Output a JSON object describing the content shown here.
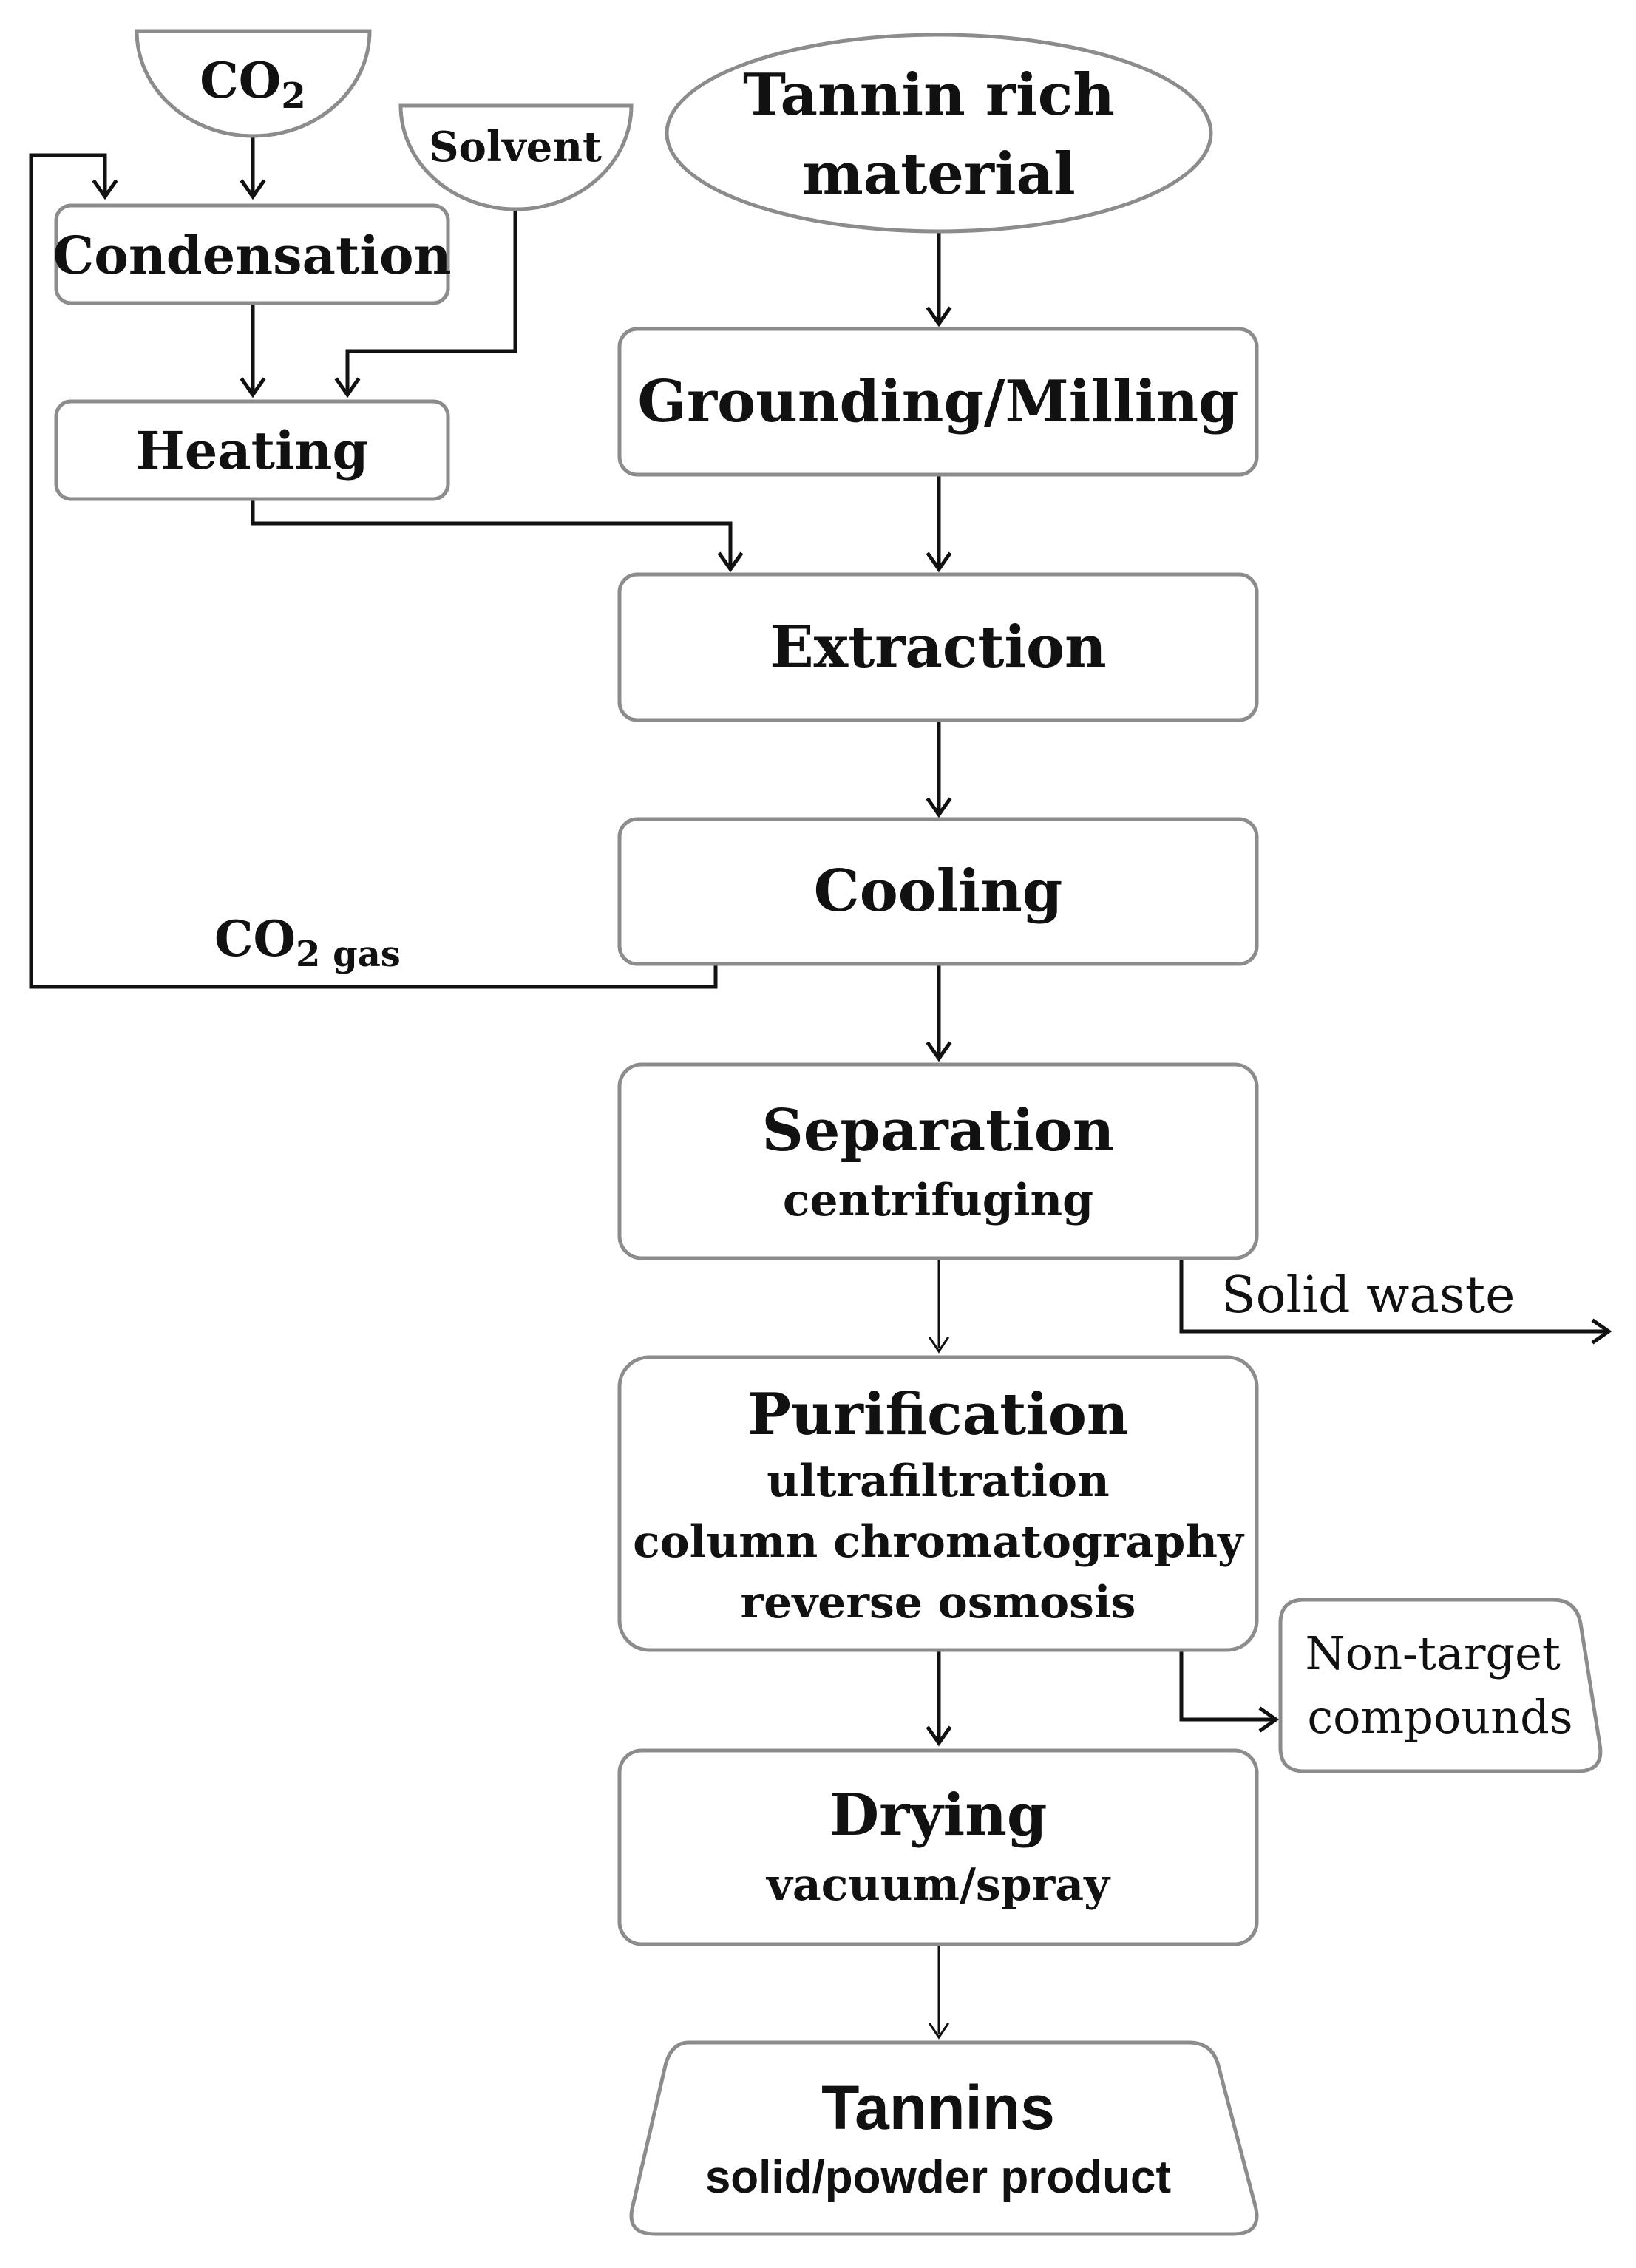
{
  "inputs": {
    "co2": {
      "main": "CO",
      "sub": "2"
    },
    "solvent": "Solvent",
    "tannin_rich_material": [
      "Tannin rich",
      "material"
    ]
  },
  "recycle_loop": {
    "condensation": "Condensation",
    "heating": "Heating",
    "co2_gas": {
      "main": "CO",
      "sub": "2 gas"
    }
  },
  "process_steps": {
    "grounding": "Grounding/Milling",
    "extraction": "Extraction",
    "cooling": "Cooling",
    "separation": {
      "title": "Separation",
      "method": "centrifuging"
    },
    "purification": {
      "title": "Purification",
      "methods": [
        "ultrafiltration",
        "column chromatography",
        "reverse osmosis"
      ]
    },
    "drying": {
      "title": "Drying",
      "method": "vacuum/spray"
    }
  },
  "outputs": {
    "solid_waste": "Solid waste",
    "non_target": [
      "Non-target",
      "compounds"
    ],
    "tannins": {
      "title": "Tannins",
      "subtitle": "solid/powder product"
    }
  }
}
